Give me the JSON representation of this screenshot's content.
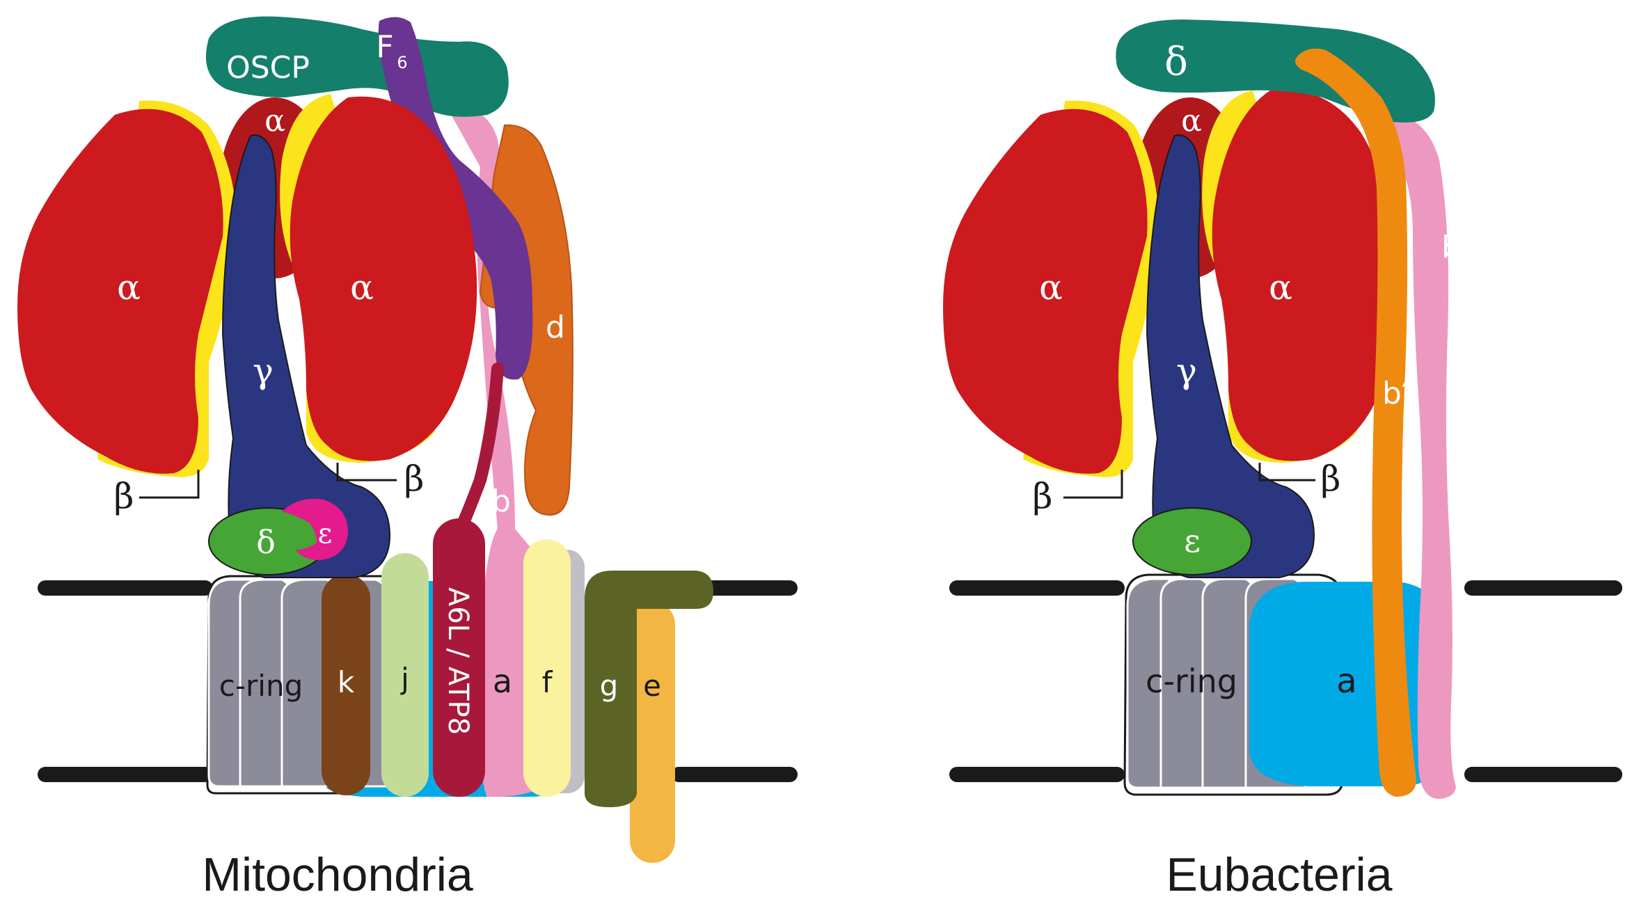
{
  "mitochondria": {
    "title": "Mitochondria",
    "labels": {
      "oscp": "OSCP",
      "f6": "F",
      "f6_sub": "6",
      "alpha_left": "α",
      "alpha_top": "α",
      "alpha_right": "α",
      "gamma": "γ",
      "beta_left": "β",
      "beta_right": "β",
      "delta": "δ",
      "epsilon": "ε",
      "b": "b",
      "d": "d",
      "cring": "c-ring",
      "k": "k",
      "j": "j",
      "a6l_atp8": "A6L / ATP8",
      "a": "a",
      "f": "f",
      "g": "g",
      "e": "e"
    }
  },
  "eubacteria": {
    "title": "Eubacteria",
    "labels": {
      "delta": "δ",
      "alpha_left": "α",
      "alpha_top": "α",
      "alpha_right": "α",
      "gamma": "γ",
      "beta_left": "β",
      "beta_right": "β",
      "epsilon": "ε",
      "b": "b",
      "b_prime": "b′",
      "cring": "c-ring",
      "a": "a"
    }
  },
  "colors": {
    "alpha": "#cc1a1e",
    "alpha_dark": "#b0181c",
    "beta": "#fbe41c",
    "gamma": "#2a3780",
    "oscp": "#147f6b",
    "f6": "#6a3492",
    "b_pink": "#ec98c0",
    "d_orange": "#dc681c",
    "a6l": "#a8183a",
    "delta_green": "#45a535",
    "epsilon_magenta": "#e31b8c",
    "a_cyan": "#00aae6",
    "cring_grey": "#8b8b99",
    "k_brown": "#7a431a",
    "j_green": "#c2dc98",
    "f_yellow": "#faf29c",
    "g_olive": "#5b6424",
    "e_yellow": "#f4b642",
    "b_prime_orange": "#ef8a10",
    "membrane": "#1a1a1a"
  }
}
